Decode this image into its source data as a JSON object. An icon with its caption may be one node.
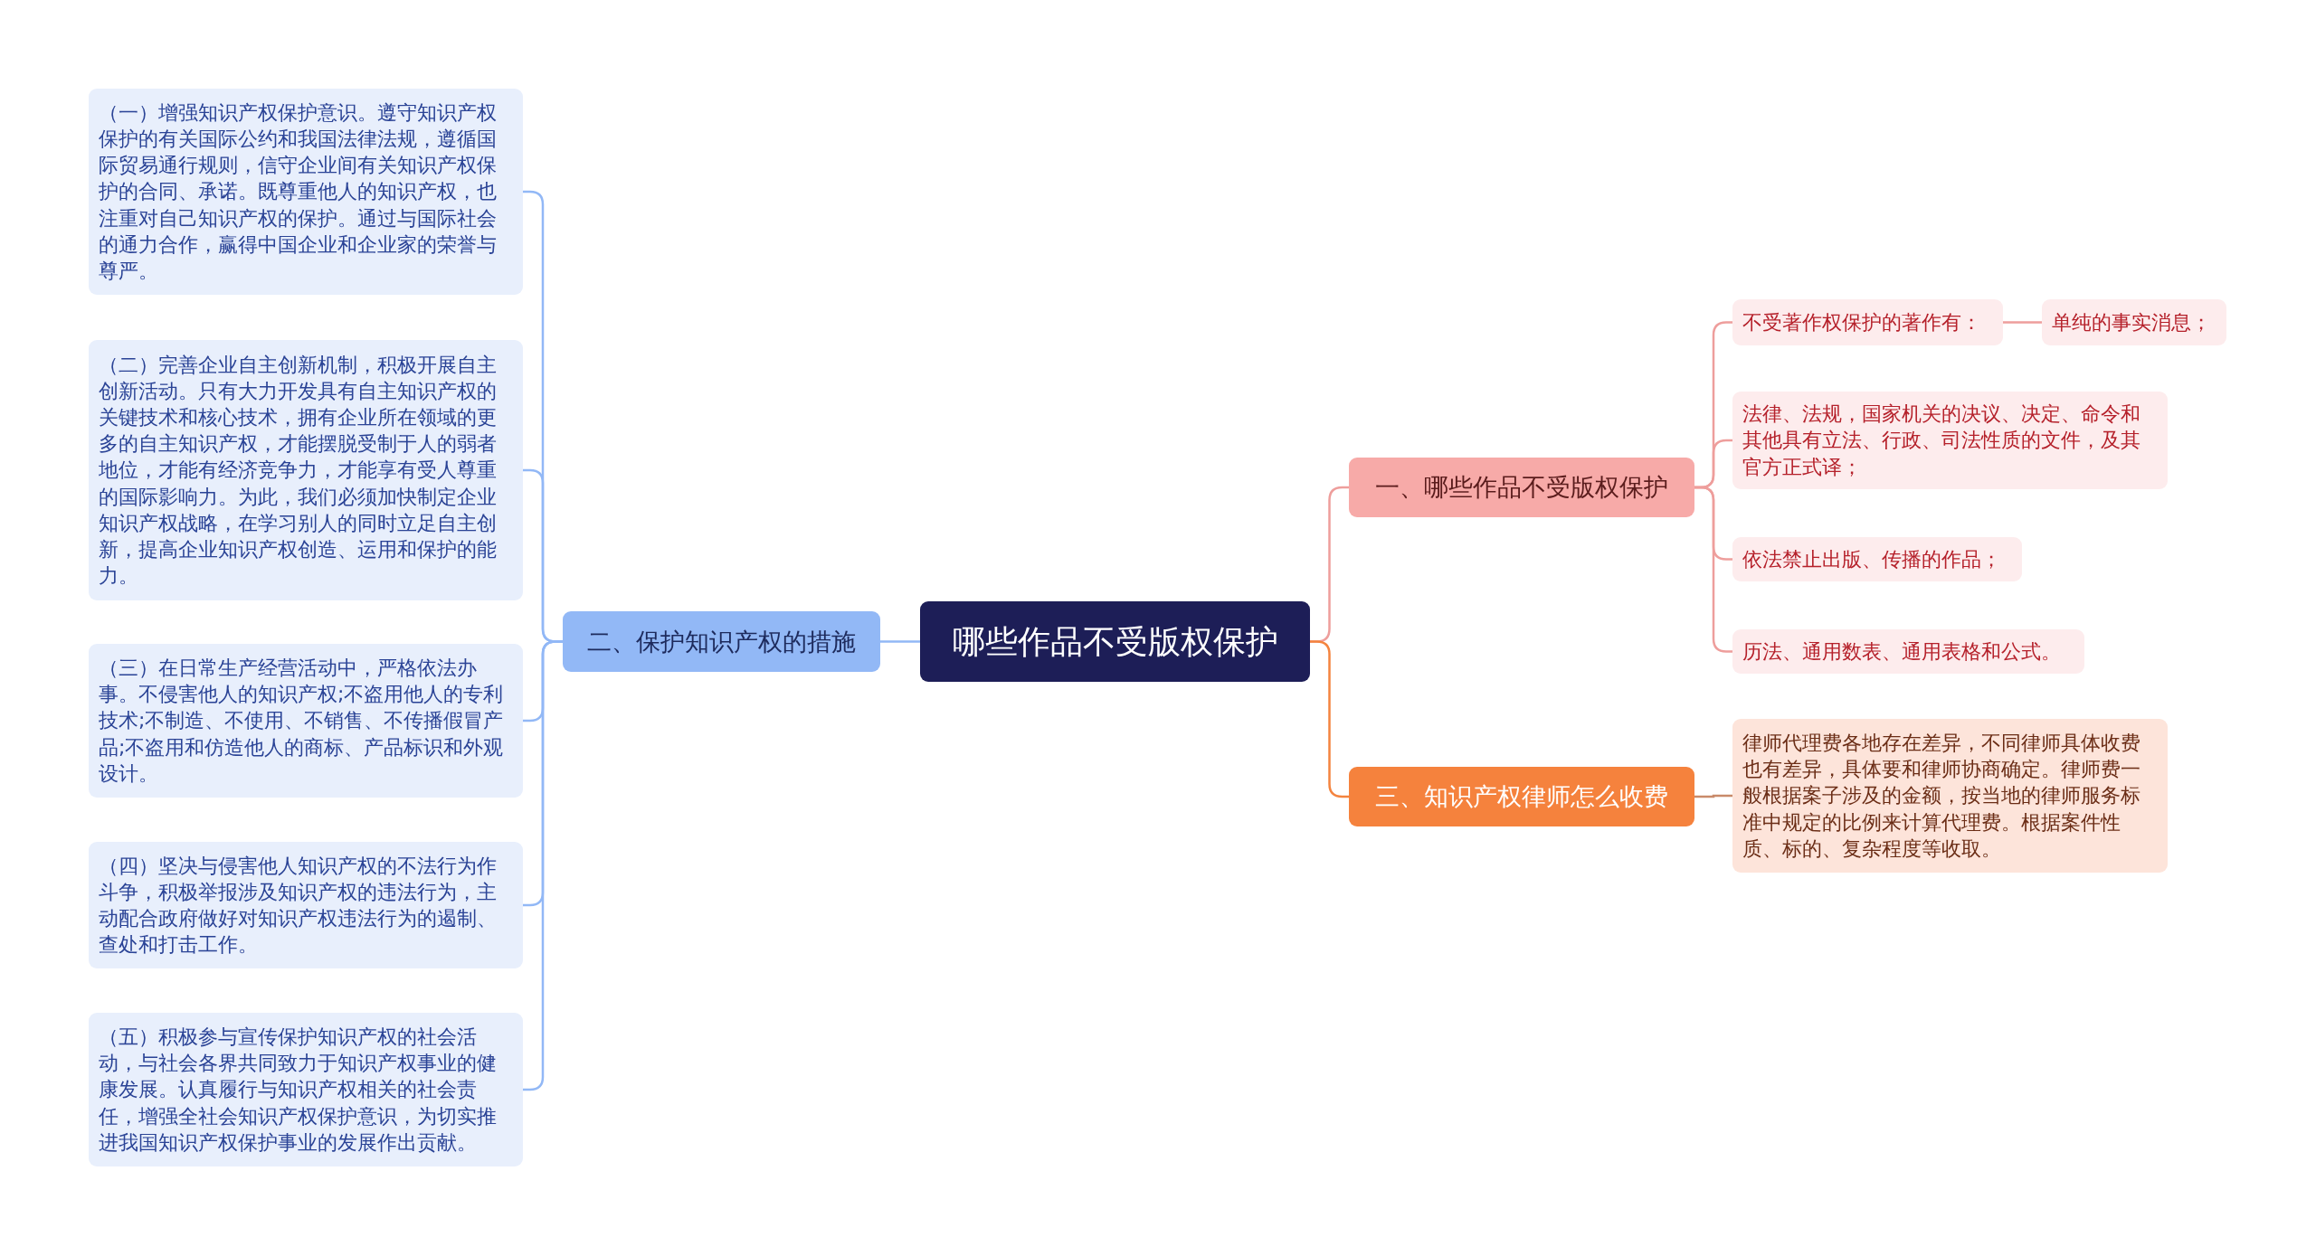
{
  "diagram": {
    "nodes": [
      {
        "text": [
          "哪些作品不受版权保护"
        ]
      },
      {
        "text": [
          "二、保护知识产权的措施"
        ]
      },
      {
        "text": [
          "（一）增强知识产权保护意识。遵守知识产权保护的有关国际公约和我国法律法规，遵循国际贸易通行规则，信守企业间有关知识产权保护的合同、承诺。既尊重他人的知识产权，也注重对自己知识产权的保护。通过与国际社会的通力合作，赢得中国企业和企业家的荣誉与尊严。"
        ]
      },
      {
        "text": [
          "（二）完善企业自主创新机制，积极开展自主创新活动。只有大力开发具有自主知识产权的关键技术和核心技术，拥有企业所在领域的更多的自主知识产权，才能摆脱受制于人的弱者地位，才能有经济竞争力，才能享有受人尊重的国际影响力。为此，我们必须加快制定企业知识产权战略，在学习别人的同时立足自主创新，提高企业知识产权创造、运用和保护的能力。"
        ]
      },
      {
        "text": [
          "（三）在日常生产经营活动中，严格依法办事。不侵害他人的知识产权;不盗用他人的专利技术;不制造、不使用、不销售、不传播假冒产品;不盗用和仿造他人的商标、产品标识和外观设计。"
        ]
      },
      {
        "text": [
          "（四）坚决与侵害他人知识产权的不法行为作斗争，积极举报涉及知识产权的违法行为，主动配合政府做好对知识产权违法行为的遏制、查处和打击工作。"
        ]
      },
      {
        "text": [
          "（五）积极参与宣传保护知识产权的社会活动，与社会各界共同致力于知识产权事业的健康发展。认真履行与知识产权相关的社会责任，增强全社会知识产权保护意识，为切实推进我国知识产权保护事业的发展作出贡献。"
        ]
      },
      {
        "text": [
          "一、哪些作品不受版权保护"
        ]
      },
      {
        "text": [
          "不受著作权保护的著作有："
        ]
      },
      {
        "text": [
          "单纯的事实消息；"
        ]
      },
      {
        "text": [
          "法律、法规，国家机关的决议、决定、命令和其他具有立法、行政、司法性质的文件，及其官方正式译；"
        ]
      },
      {
        "text": [
          "依法禁止出版、传播的作品；"
        ]
      },
      {
        "text": [
          "历法、通用数表、通用表格和公式。"
        ]
      },
      {
        "text": [
          "三、知识产权律师怎么收费"
        ]
      },
      {
        "text": [
          "律师代理费各地存在差异，不同律师具体收费也有差异，具体要和律师协商确定。律师费一般根据案子涉及的金额，按当地的律师服务标准中规定的比例来计算代理费。根据案件性质、标的、复杂程度等收取。"
        ]
      }
    ],
    "edges": [
      {
        "from": 0,
        "to": 1,
        "arrow": "none"
      },
      {
        "from": 1,
        "to": 2,
        "arrow": "none"
      },
      {
        "from": 1,
        "to": 3,
        "arrow": "none"
      },
      {
        "from": 1,
        "to": 4,
        "arrow": "none"
      },
      {
        "from": 1,
        "to": 5,
        "arrow": "none"
      },
      {
        "from": 1,
        "to": 6,
        "arrow": "none"
      },
      {
        "from": 0,
        "to": 7,
        "arrow": "none",
        "color": "#ee9e9c"
      },
      {
        "from": 7,
        "to": 8,
        "arrow": "none",
        "color": "#ee9e9c"
      },
      {
        "from": 8,
        "to": 9,
        "arrow": "none",
        "color": "#ee9e9c"
      },
      {
        "from": 7,
        "to": 10,
        "arrow": "none",
        "color": "#ee9e9c"
      },
      {
        "from": 7,
        "to": 11,
        "arrow": "none",
        "color": "#ee9e9c"
      },
      {
        "from": 7,
        "to": 12,
        "arrow": "none",
        "color": "#ee9e9c"
      },
      {
        "from": 0,
        "to": 13,
        "arrow": "none",
        "color": "#f4843f"
      },
      {
        "from": 13,
        "to": 14,
        "arrow": "none",
        "color": "#c98a6a"
      }
    ]
  }
}
